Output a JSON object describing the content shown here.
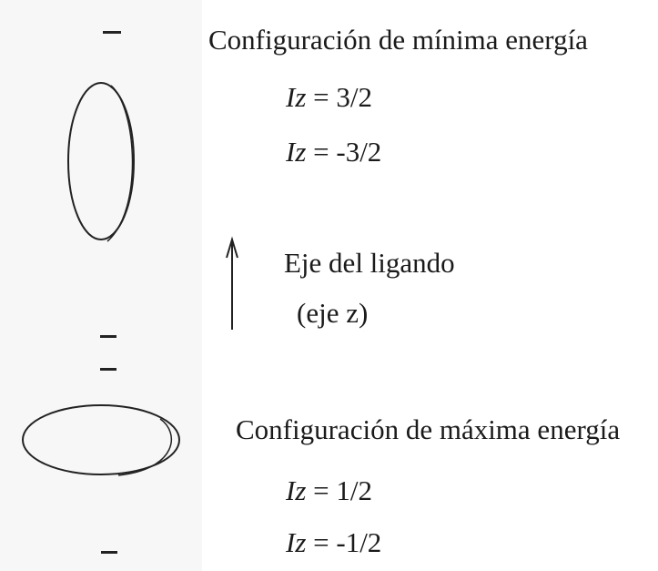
{
  "min_config": {
    "title": "Configuración de mínima energía",
    "states": [
      {
        "symbol": "Iz",
        "value": "= 3/2"
      },
      {
        "symbol": "Iz",
        "value": "= -3/2"
      }
    ]
  },
  "axis": {
    "label": "Eje del ligando",
    "sub_label": "(eje z)"
  },
  "max_config": {
    "title": "Configuración de máxima energía",
    "states": [
      {
        "symbol": "Iz",
        "value": "= 1/2"
      },
      {
        "symbol": "Iz",
        "value": "= -1/2"
      }
    ]
  }
}
